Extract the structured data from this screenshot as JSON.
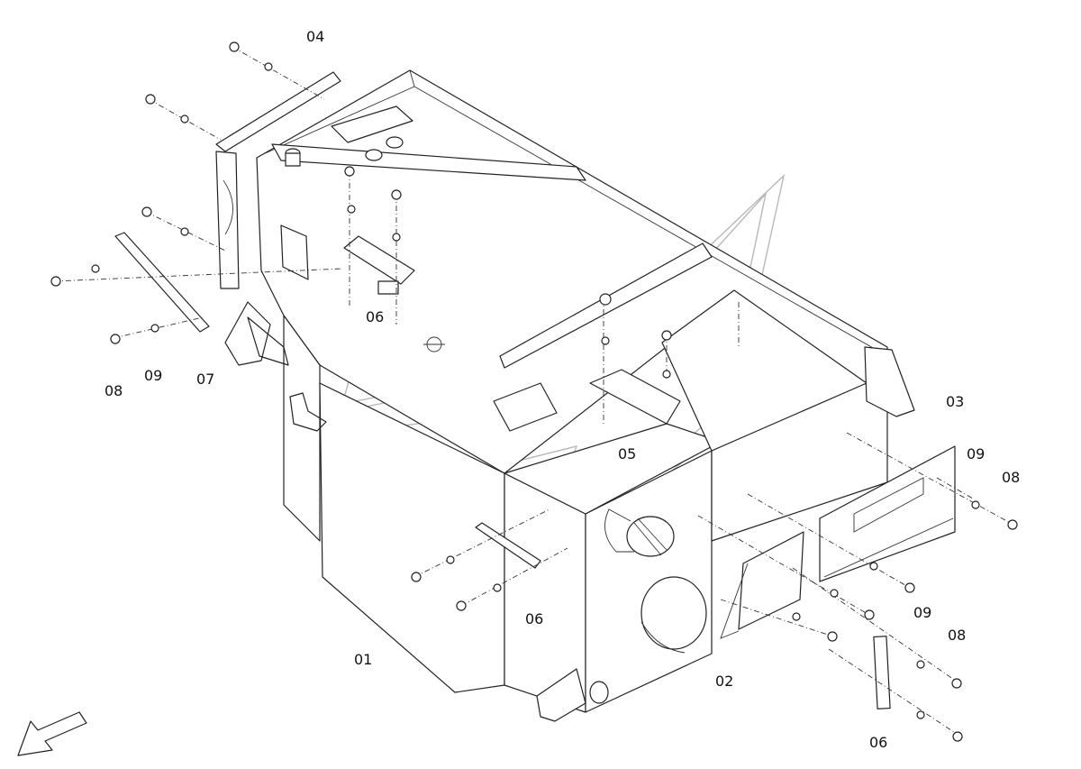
{
  "labels": {
    "p01": "01",
    "p02": "02",
    "p03": "03",
    "p04": "04",
    "p05": "05",
    "p06a": "06",
    "p06b": "06",
    "p06c": "06",
    "p07": "07",
    "p08a": "08",
    "p08b": "08",
    "p08c": "08",
    "p09a": "09",
    "p09b": "09",
    "p09c": "09"
  },
  "icons": {
    "orientation": "arrow-down-left-icon",
    "watermark": "brand-watermark-icon"
  }
}
